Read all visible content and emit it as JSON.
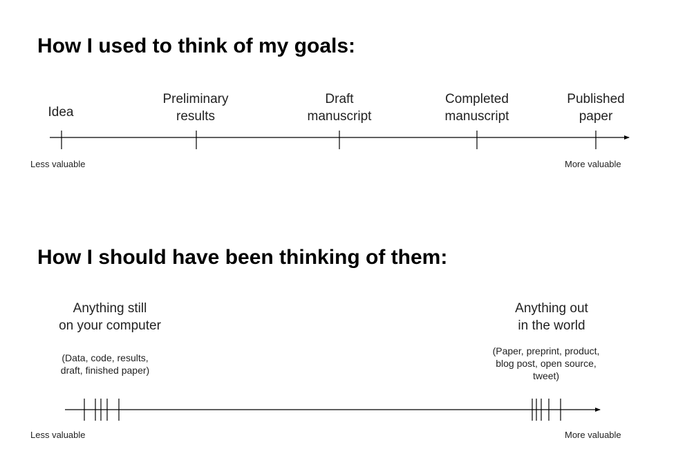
{
  "section1": {
    "heading": "How I used to think of my goals:",
    "milestones": [
      {
        "lines": [
          "Idea"
        ]
      },
      {
        "lines": [
          "Preliminary",
          "results"
        ]
      },
      {
        "lines": [
          "Draft",
          "manuscript"
        ]
      },
      {
        "lines": [
          "Completed",
          "manuscript"
        ]
      },
      {
        "lines": [
          "Published",
          "paper"
        ]
      }
    ],
    "left_end": "Less valuable",
    "right_end": "More valuable"
  },
  "section2": {
    "heading": "How I should have been thinking of them:",
    "left_group": {
      "lines": [
        "Anything still",
        "on your computer"
      ],
      "note": [
        "(Data, code, results,",
        "draft, finished paper)"
      ]
    },
    "right_group": {
      "lines": [
        "Anything out",
        "in the world"
      ],
      "note": [
        "(Paper, preprint, product,",
        "blog post, open source,",
        "tweet)"
      ]
    },
    "left_end": "Less valuable",
    "right_end": "More valuable"
  },
  "colors": {
    "line": "#000000",
    "text": "#222222"
  }
}
